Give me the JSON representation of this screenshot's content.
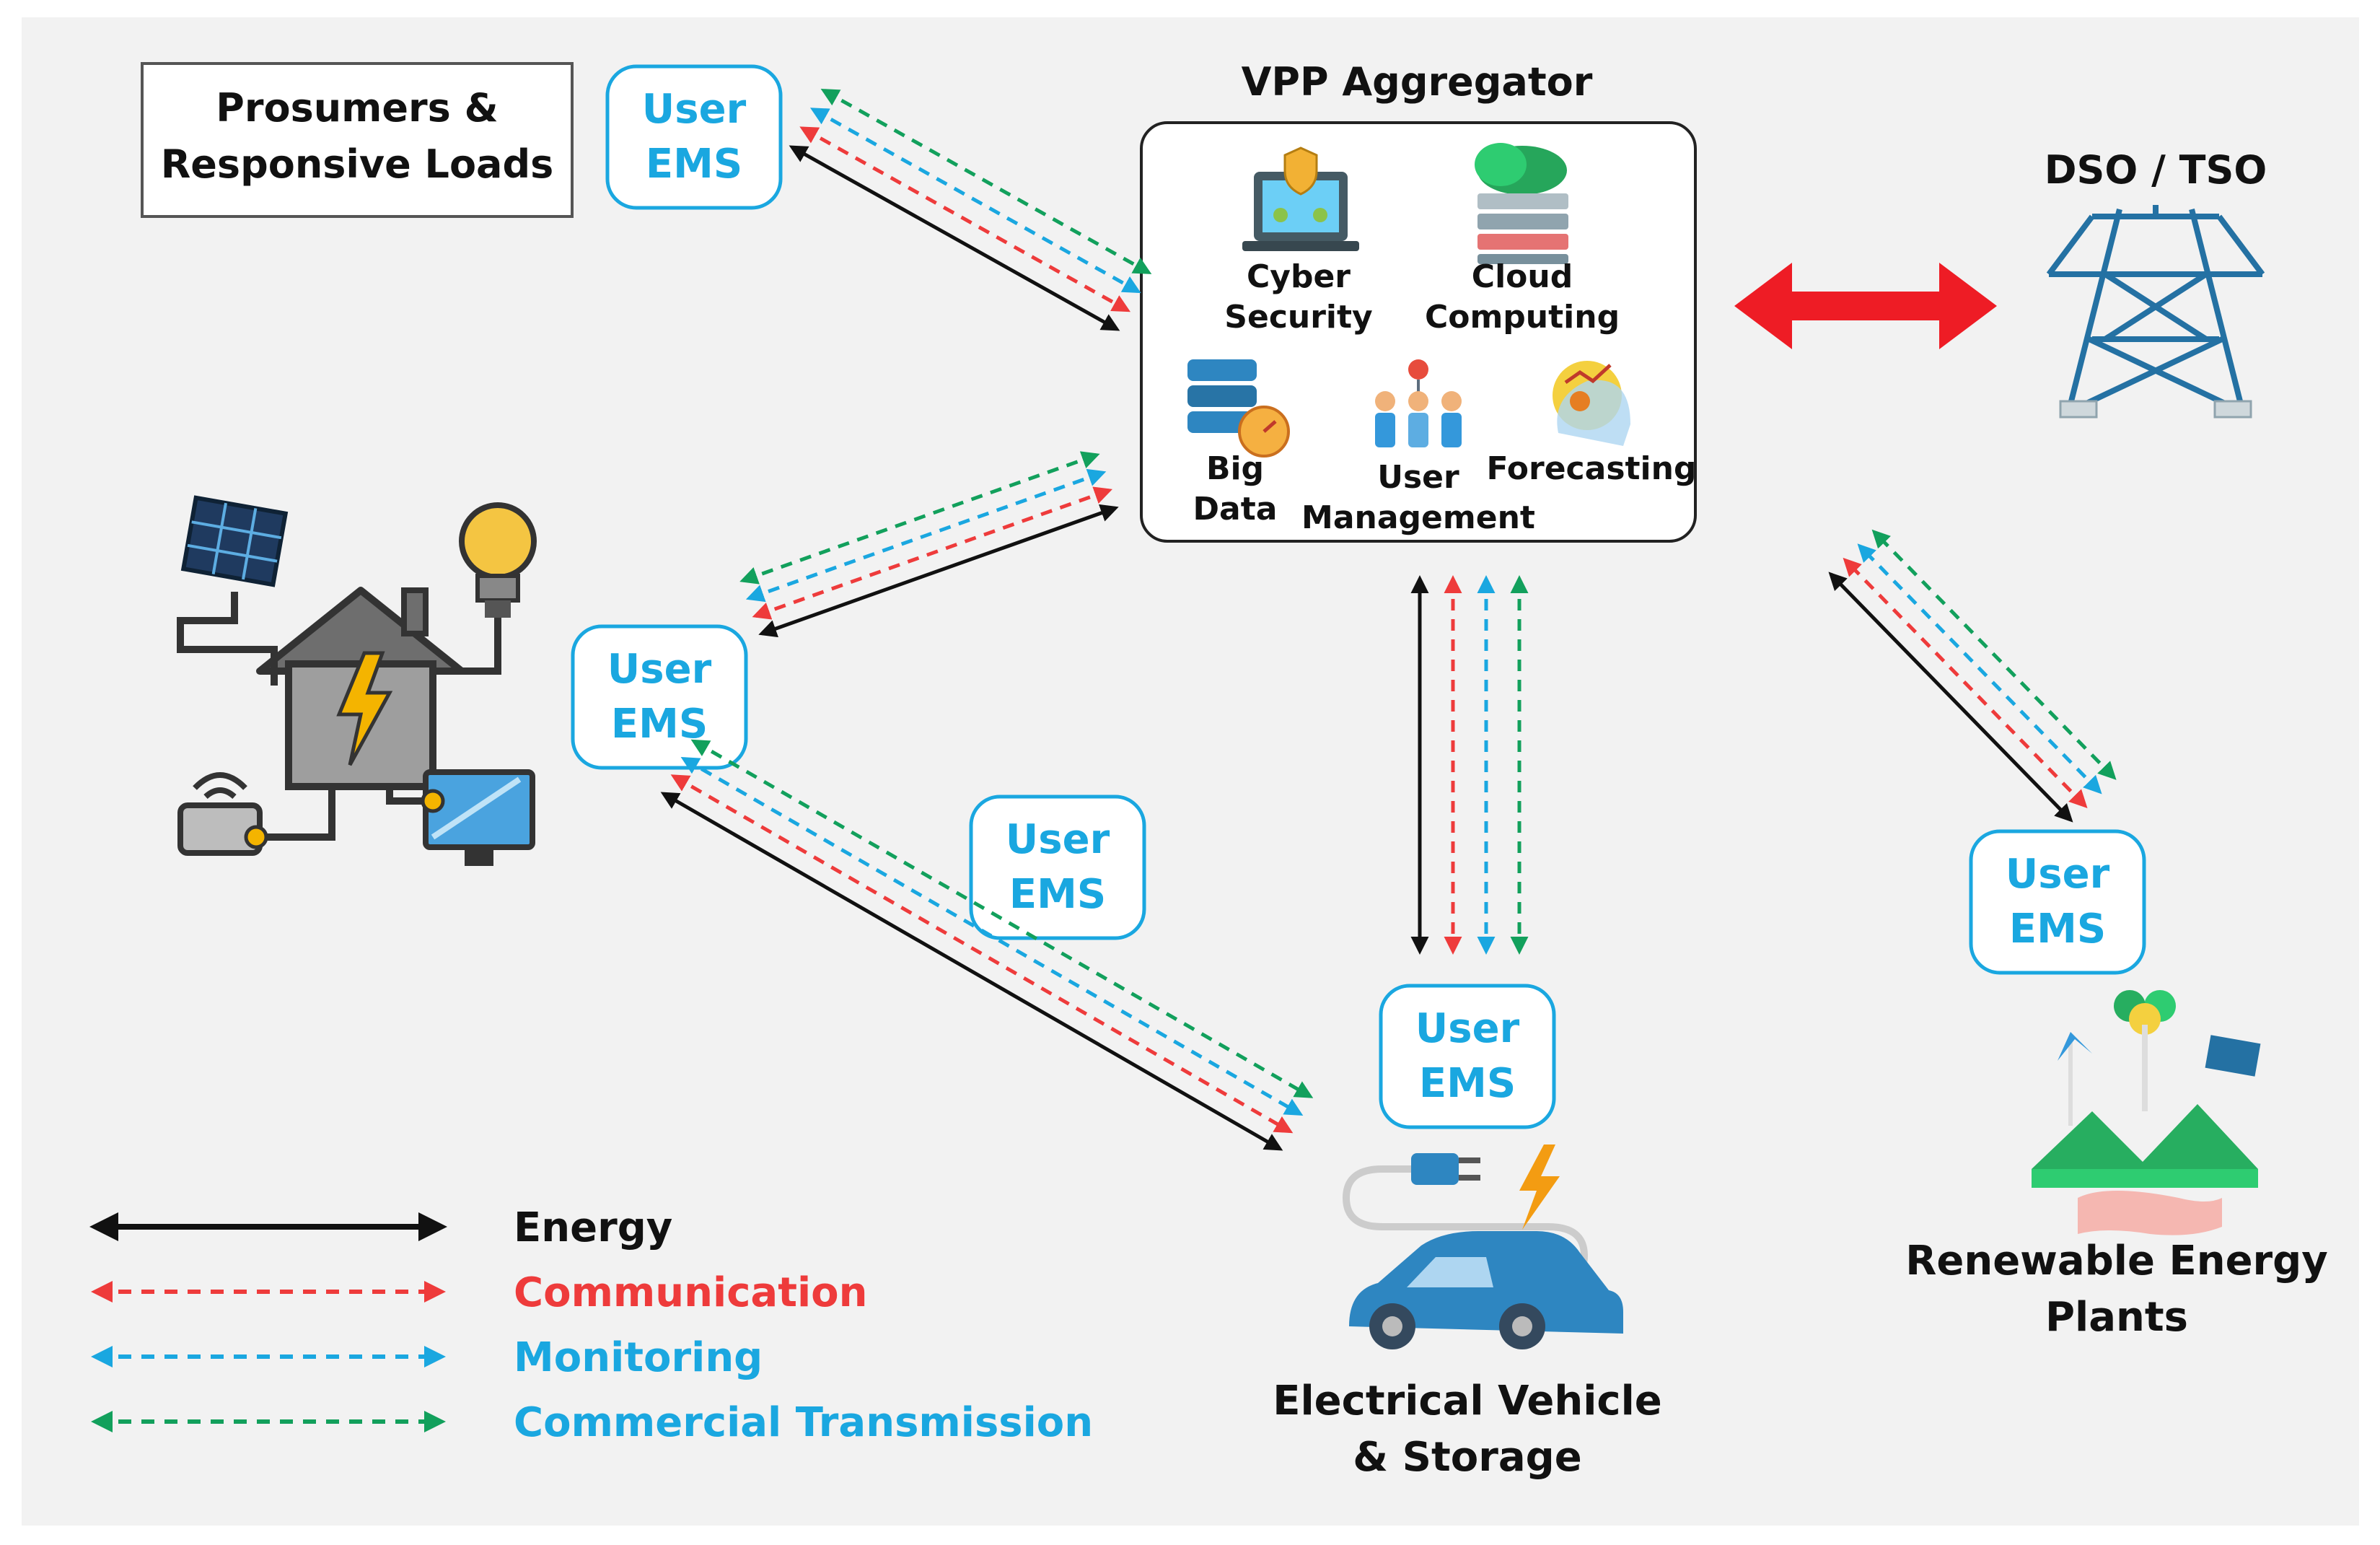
{
  "prosumers_label": [
    "Prosumers &",
    "Responsive Loads"
  ],
  "aggregator": {
    "title": "VPP Aggregator",
    "modules": [
      {
        "icon": "cyber-security-icon",
        "lines": [
          "Cyber",
          "Security"
        ]
      },
      {
        "icon": "cloud-computing-icon",
        "lines": [
          "Cloud",
          "Computing"
        ]
      },
      {
        "icon": "big-data-icon",
        "lines": [
          "Big",
          "Data"
        ]
      },
      {
        "icon": "user-management-icon",
        "lines": [
          "User",
          "Management"
        ]
      },
      {
        "icon": "forecasting-icon",
        "lines": [
          "Forecasting"
        ]
      }
    ]
  },
  "dso_tso_label": "DSO / TSO",
  "ems_label": [
    "User",
    "EMS"
  ],
  "ev_label": [
    "Electrical Vehicle",
    "& Storage"
  ],
  "renewable_label": [
    "Renewable Energy",
    "Plants"
  ],
  "legend": [
    {
      "label": "Energy",
      "color": "#111111",
      "dashed": false
    },
    {
      "label": "Communication",
      "color": "#ee3b3b",
      "dashed": true
    },
    {
      "label": "Monitoring",
      "color": "#1aa7e0",
      "dashed": true
    },
    {
      "label": "Commercial Transmission",
      "color": "#12a05c",
      "dashed": true
    }
  ],
  "colors": {
    "background": "#f2f2f2",
    "ems_text": "#1aa7e0",
    "energy": "#111111",
    "communication": "#ee3b3b",
    "monitoring": "#1aa7e0",
    "commercial": "#12a05c",
    "grid_link": "#ee1c25",
    "legend_energy_text": "#111111",
    "legend_communication_text": "#ee3b3b",
    "legend_monitoring_text": "#1aa7e0",
    "legend_commercial_text": "#1aa7e0"
  }
}
